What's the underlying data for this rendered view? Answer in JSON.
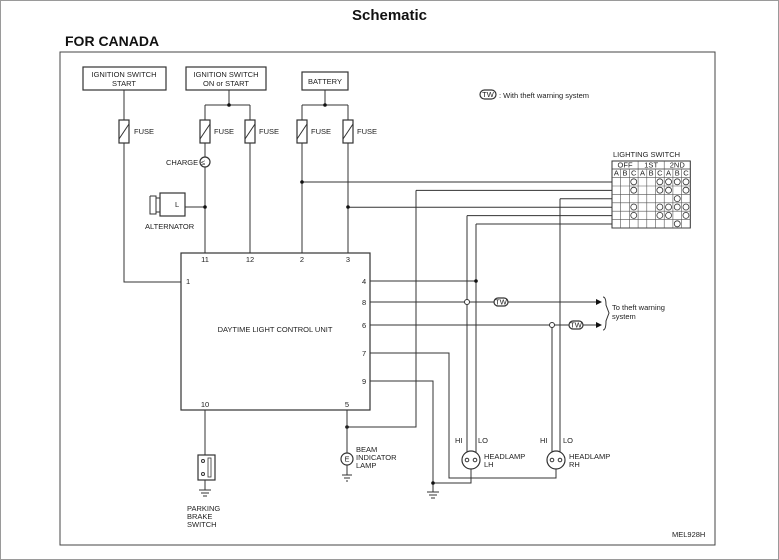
{
  "title": "Schematic",
  "subtitle": "FOR CANADA",
  "diagram_code": "MEL928H",
  "legend": {
    "badge": "TW",
    "text": ": With theft warning system"
  },
  "sources": {
    "ign_start": [
      "IGNITION SWITCH",
      "START"
    ],
    "ign_on_start": [
      "IGNITION SWITCH",
      "ON or START"
    ],
    "battery": "BATTERY"
  },
  "fuse_label": "FUSE",
  "charge_label": "CHARGE",
  "alternator": {
    "label": "ALTERNATOR",
    "terminal": "L"
  },
  "control_unit": {
    "label": "DAYTIME LIGHT CONTROL UNIT",
    "pins_top": [
      "11",
      "12",
      "2",
      "3"
    ],
    "pin_left": "1",
    "pins_right": [
      "4",
      "8",
      "6",
      "7",
      "9"
    ],
    "pins_bottom": [
      "10",
      "5"
    ]
  },
  "theft_warning": [
    "To theft warning",
    "system"
  ],
  "beam_indicator": [
    "BEAM",
    "INDICATOR",
    "LAMP"
  ],
  "parking_brake": [
    "PARKING",
    "BRAKE",
    "SWITCH"
  ],
  "headlamp_lh": {
    "hi": "HI",
    "lo": "LO",
    "label": [
      "HEADLAMP",
      "LH"
    ]
  },
  "headlamp_rh": {
    "hi": "HI",
    "lo": "LO",
    "label": [
      "HEADLAMP",
      "RH"
    ]
  },
  "lighting_switch": {
    "label": "LIGHTING SWITCH",
    "positions": [
      "OFF",
      "1ST",
      "2ND"
    ],
    "columns": [
      "A",
      "B",
      "C",
      "A",
      "B",
      "C",
      "A",
      "B",
      "C"
    ],
    "connections": [
      [
        0,
        0,
        1,
        0,
        0,
        1,
        1,
        1,
        1
      ],
      [
        0,
        0,
        1,
        0,
        0,
        1,
        1,
        0,
        1
      ],
      [
        0,
        0,
        0,
        0,
        0,
        0,
        0,
        1,
        0
      ],
      [
        0,
        0,
        1,
        0,
        0,
        1,
        1,
        1,
        1
      ],
      [
        0,
        0,
        1,
        0,
        0,
        1,
        1,
        0,
        1
      ],
      [
        0,
        0,
        0,
        0,
        0,
        0,
        0,
        1,
        0
      ]
    ]
  }
}
